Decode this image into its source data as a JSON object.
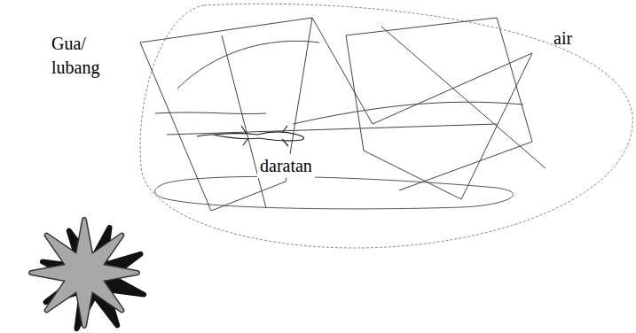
{
  "diagram": {
    "labels": [
      "Gua/ lubang",
      "air",
      "daratan"
    ]
  }
}
